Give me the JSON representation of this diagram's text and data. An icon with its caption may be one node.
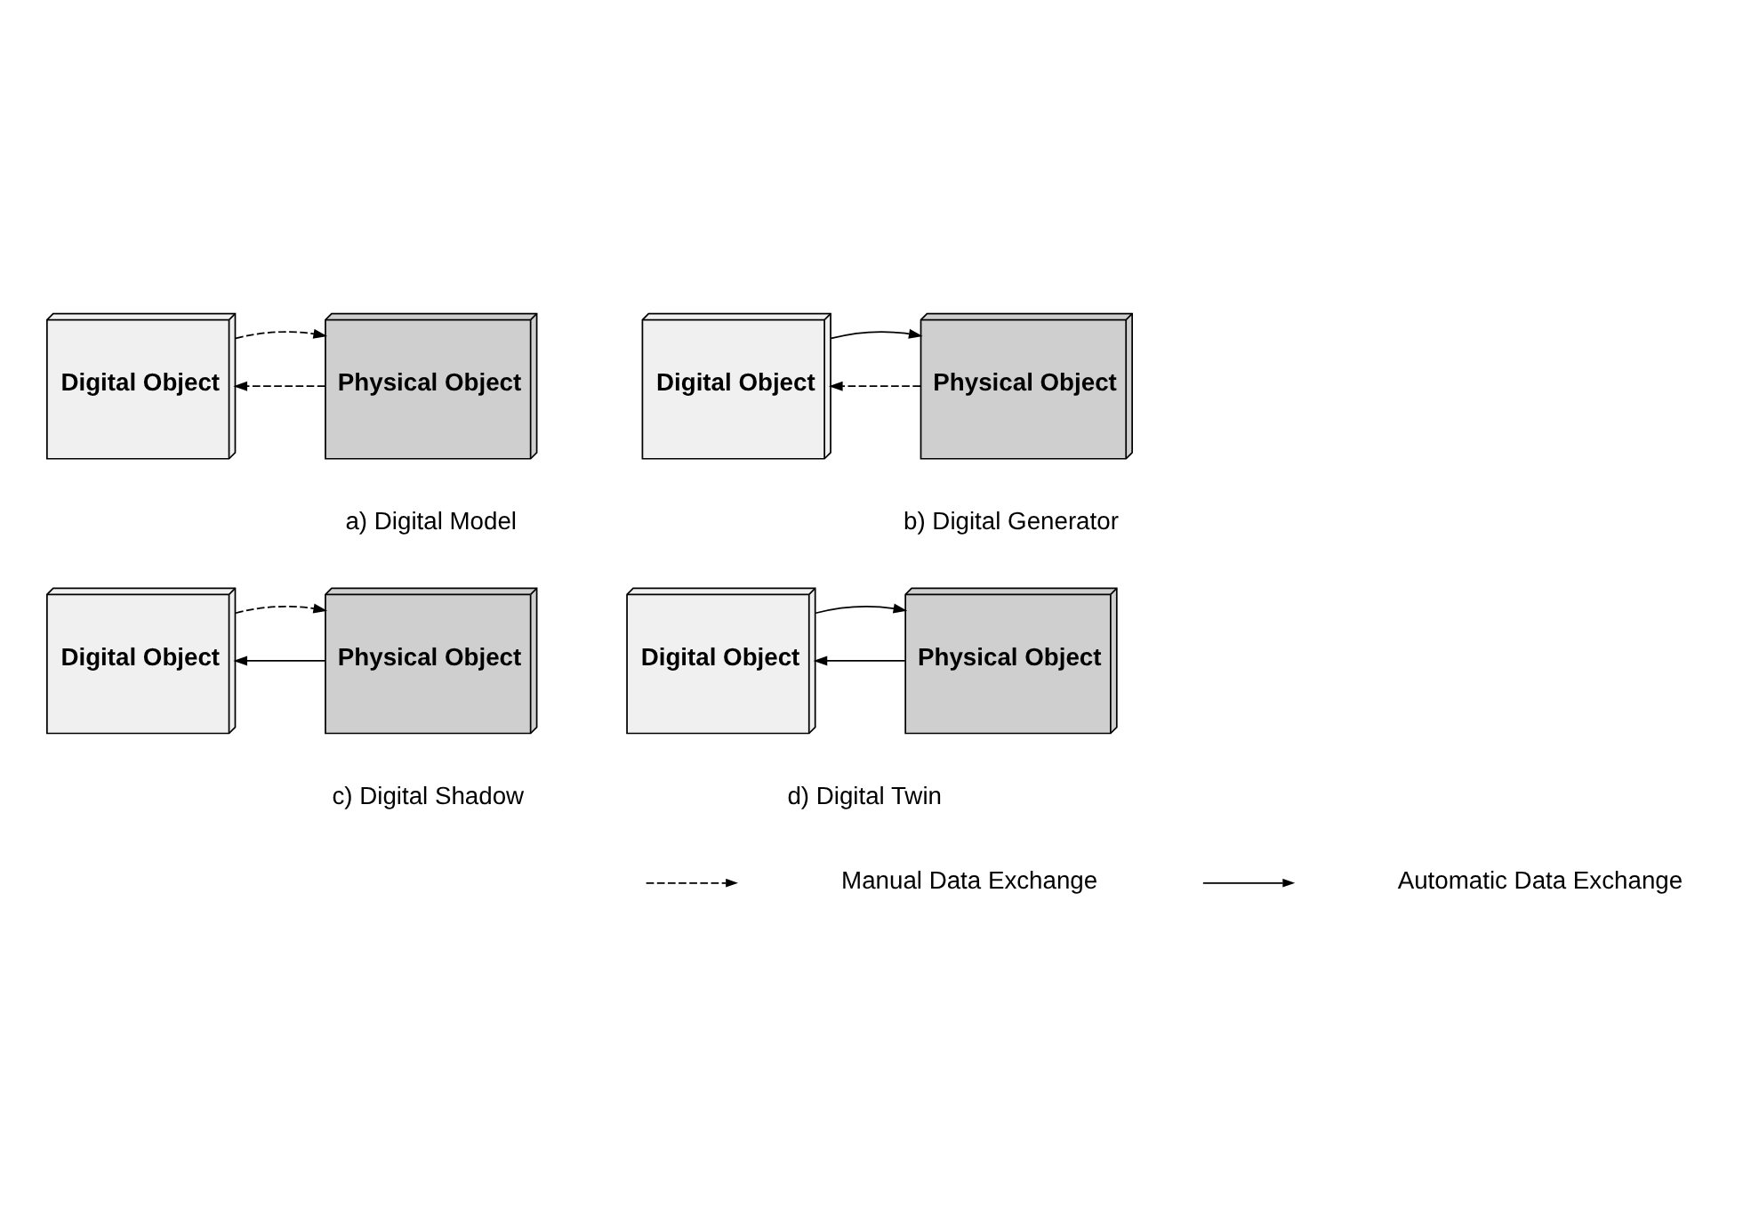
{
  "diagram": {
    "nodes": [
      {
        "text": [
          "Physical Object"
        ]
      },
      {
        "text": [
          "Digital Object"
        ]
      },
      {
        "text": [
          "Physical Object"
        ]
      },
      {
        "text": [
          "Digital Object"
        ]
      },
      {
        "text": [
          "Physical Object"
        ]
      },
      {
        "text": [
          "Digital Object"
        ]
      },
      {
        "text": [
          "Physical Object"
        ]
      },
      {
        "text": [
          "Digital Object"
        ]
      }
    ],
    "edges": [
      {
        "from": 0,
        "to": 1,
        "arrow": "to",
        "style": "dashed"
      },
      {
        "from": 1,
        "to": 0,
        "arrow": "to",
        "style": "dashed"
      },
      {
        "from": 2,
        "to": 3,
        "arrow": "to",
        "style": "dashed"
      },
      {
        "from": 3,
        "to": 2,
        "arrow": "to"
      },
      {
        "from": 4,
        "to": 5,
        "arrow": "to"
      },
      {
        "from": 5,
        "to": 4,
        "arrow": "to",
        "style": "dashed"
      },
      {
        "from": 6,
        "to": 7,
        "arrow": "to"
      },
      {
        "from": 7,
        "to": 6,
        "arrow": "to"
      }
    ],
    "labels": [
      "a) Digital Model",
      "b) Digital Generator",
      "c) Digital Shadow",
      "d) Digital Twin"
    ],
    "legend": [
      {
        "text": "Manual Data Exchange"
      },
      {
        "text": "Automatic Data Exchange"
      }
    ]
  }
}
